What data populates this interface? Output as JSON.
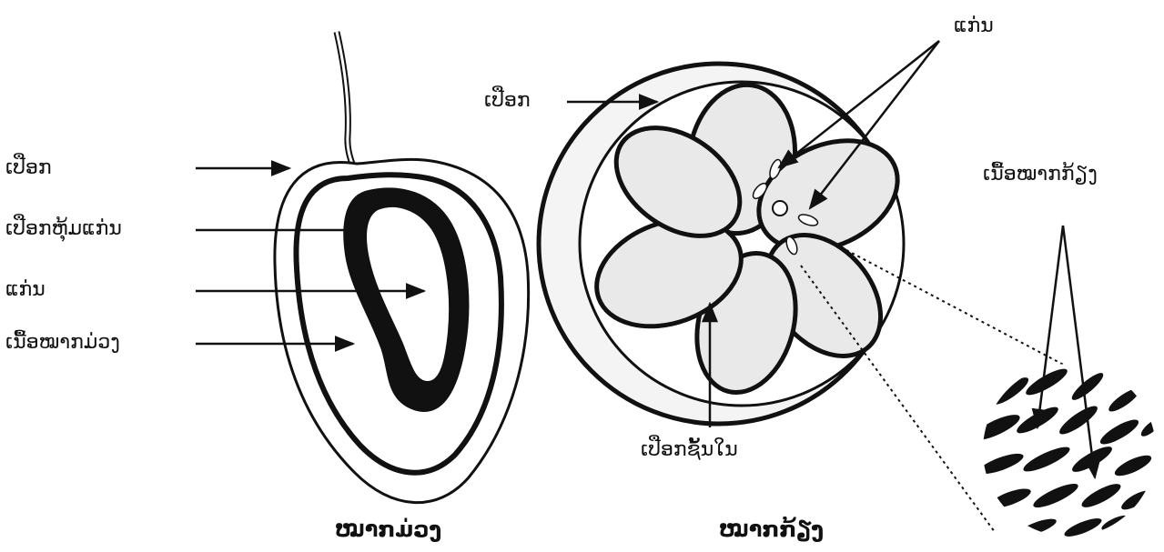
{
  "mango": {
    "labels": {
      "skin": "ເປືອກ",
      "seed_coat": "ເປືອກຫຸ້ມແກ່ນ",
      "seed": "ແກ່ນ",
      "flesh": "ເນື້ອໝາກມ່ວງ"
    },
    "caption": "ໝາກມ່ວງ"
  },
  "orange": {
    "labels": {
      "skin": "ເປືອກ",
      "seeds": "ແກ່ນ",
      "inner_skin": "ເປືອກຊັ້ນໃນ",
      "flesh": "ເນື້ອໝາກກ້ຽງ"
    },
    "caption": "ໝາກກ້ຽງ"
  },
  "colors": {
    "ink": "#111111",
    "segment_fill": "#e9e9e9",
    "background": "#ffffff"
  }
}
